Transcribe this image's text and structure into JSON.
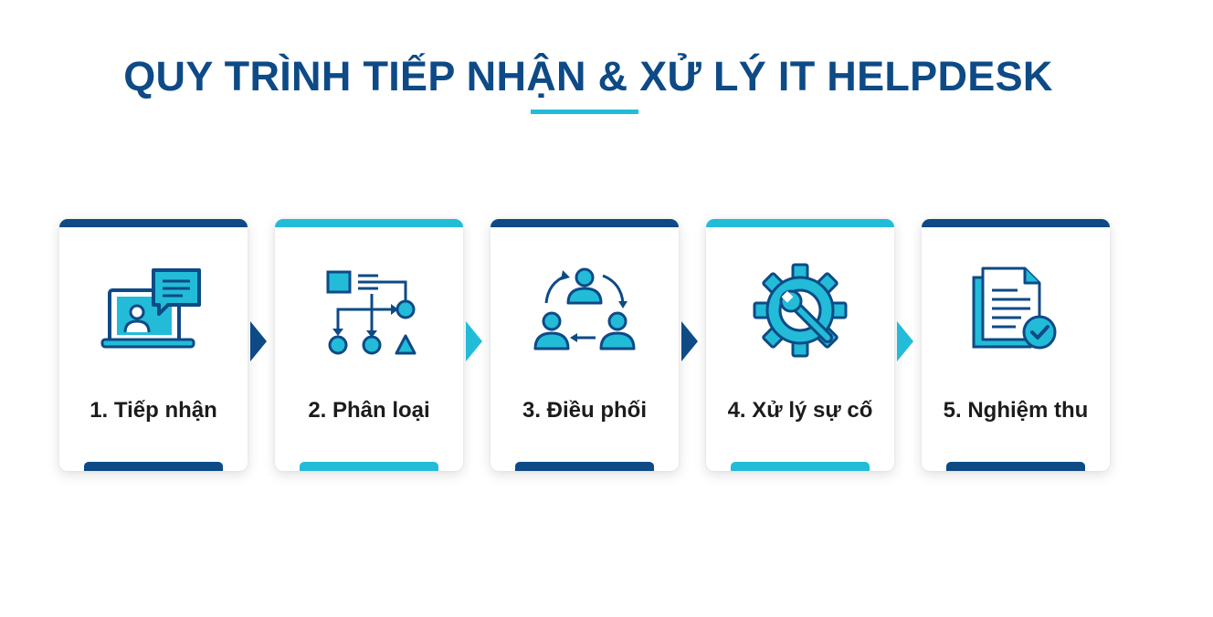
{
  "title": "QUY TRÌNH TIẾP NHẬN & XỬ LÝ IT HELPDESK",
  "colors": {
    "primary": "#0d4a86",
    "accent": "#22bcd8",
    "text": "#1c1c1c"
  },
  "steps": [
    {
      "label": "1. Tiếp nhận",
      "icon": "laptop-chat-icon",
      "theme": "dark"
    },
    {
      "label": "2. Phân loại",
      "icon": "flowchart-icon",
      "theme": "light"
    },
    {
      "label": "3. Điều phối",
      "icon": "team-cycle-icon",
      "theme": "dark"
    },
    {
      "label": "4. Xử lý sự cố",
      "icon": "gear-wrench-icon",
      "theme": "light"
    },
    {
      "label": "5. Nghiệm thu",
      "icon": "document-check-icon",
      "theme": "dark"
    }
  ]
}
